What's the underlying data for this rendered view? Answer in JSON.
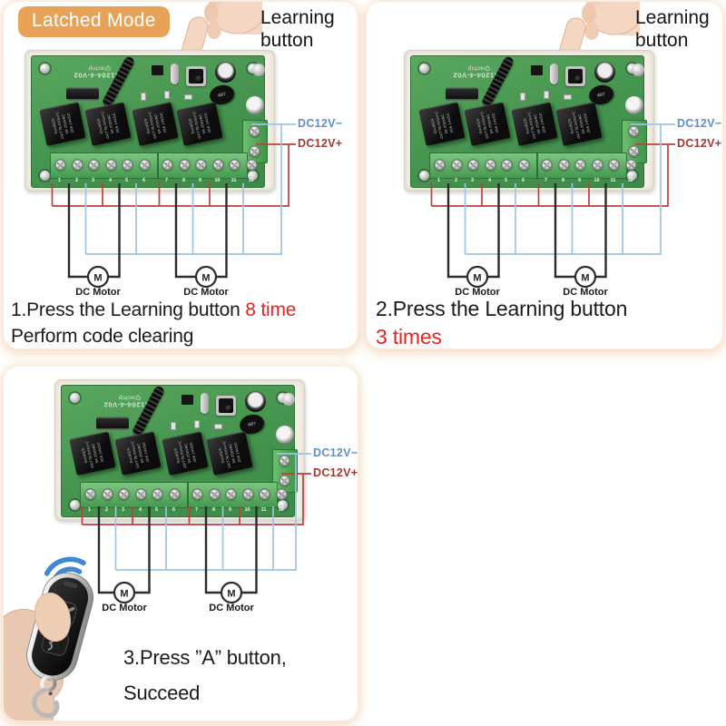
{
  "badge": {
    "label": "Latched Mode",
    "bg_color": "#e8a257",
    "text_color": "#ffffff"
  },
  "learning_label": {
    "line1": "Learning",
    "line2": "button"
  },
  "board": {
    "brand": "Qiachip",
    "model": "KR1204-4-V02",
    "toroid_marking": "4R7",
    "relay_lines": [
      "GuoKE®",
      "GKT78-0VSV-C",
      "5A 250VAC",
      "20A 14VDC"
    ],
    "terminals": [
      "1",
      "2",
      "3",
      "4",
      "5",
      "6",
      "7",
      "8",
      "9",
      "10",
      "11",
      "12"
    ]
  },
  "power": {
    "negative": "DC12V−",
    "positive": "DC12V+",
    "negative_color": "#5f8fc9",
    "positive_color": "#a93530"
  },
  "wiring": {
    "motor_symbol": "M",
    "motor_label": "DC Motor",
    "positive_wire_color": "#b8413c",
    "negative_wire_color": "#9cc4e4",
    "motor_wire_color": "#2b2b2b"
  },
  "steps": {
    "s1": {
      "prefix": "1.Press the Learning button ",
      "highlight": "8 time",
      "line2": "Perform code clearing"
    },
    "s2": {
      "prefix": "2.Press the Learning button",
      "highlight": "3 times"
    },
    "s3": {
      "line1": "3.Press ”A” button,",
      "line2": "Succeed"
    }
  },
  "highlight_color": "#e4251f"
}
